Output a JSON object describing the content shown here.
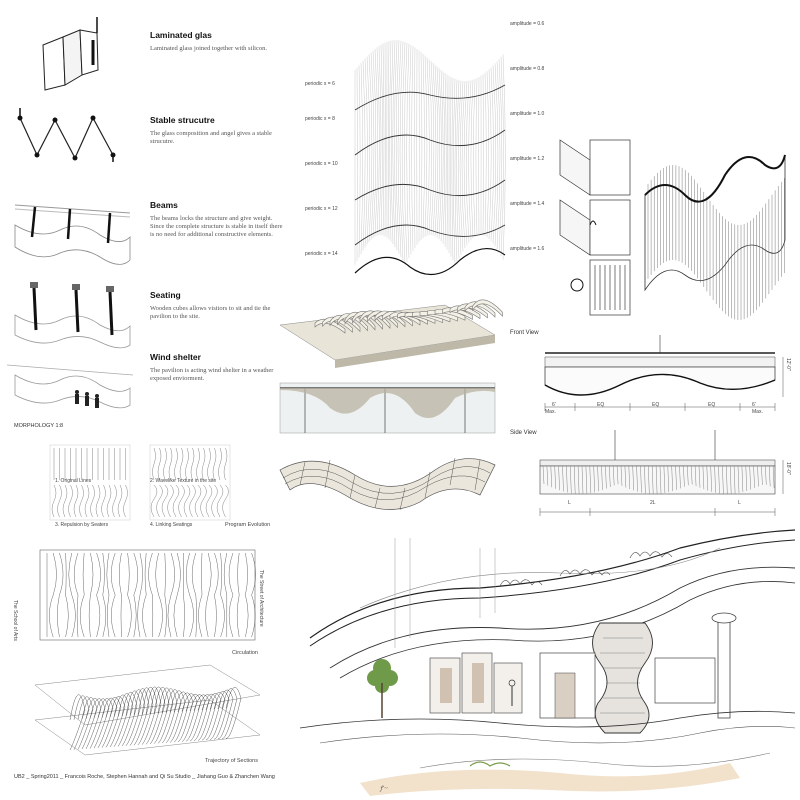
{
  "steps": [
    {
      "title": "Laminated glas",
      "desc": "Laminated glass joined together with silicon."
    },
    {
      "title": "Stable strucutre",
      "desc": "The glass composition and angel gives a stable strucutre."
    },
    {
      "title": "Beams",
      "desc": "The beams locks the structure and give weight. Since the complete structure is stable in itself there is no need for additional constructive elements."
    },
    {
      "title": "Seating",
      "desc": "Wooden cubes allows visitors to sit and tie the pavilion to the site."
    },
    {
      "title": "Wind shelter",
      "desc": "The pavilion is acting wind shelter in a weather exposed enviorment."
    }
  ],
  "morphology": {
    "title": "MORPHOLOGY",
    "subtitle": "1:8",
    "label_a": "1. Original Lines",
    "label_b": "2. Wavelike Texture in the site",
    "label_c": "3. Repulsion by Seaters",
    "label_d": "4. Linking Seatings",
    "program": "Program Evolution",
    "circulation": "Circulation",
    "left_side": "The School of Arts",
    "right_side": "The Street of Architecture",
    "trajectory": "Trajectory of Sections"
  },
  "views": {
    "front": "Front View",
    "side": "Side View",
    "front_dims": [
      "6'",
      "EQ",
      "EQ",
      "EQ",
      "6'"
    ],
    "front_max": "Max.",
    "side_dims": [
      "L",
      "2L",
      "L"
    ],
    "height_front": "12'-0\"",
    "height_side": "18'-0\""
  },
  "credits": "UB2 _ Spring2011 _ Francois Roche, Stephen Hannah and Qi Su Studio _ Jiahang Guo & Zhanchen Wang"
}
